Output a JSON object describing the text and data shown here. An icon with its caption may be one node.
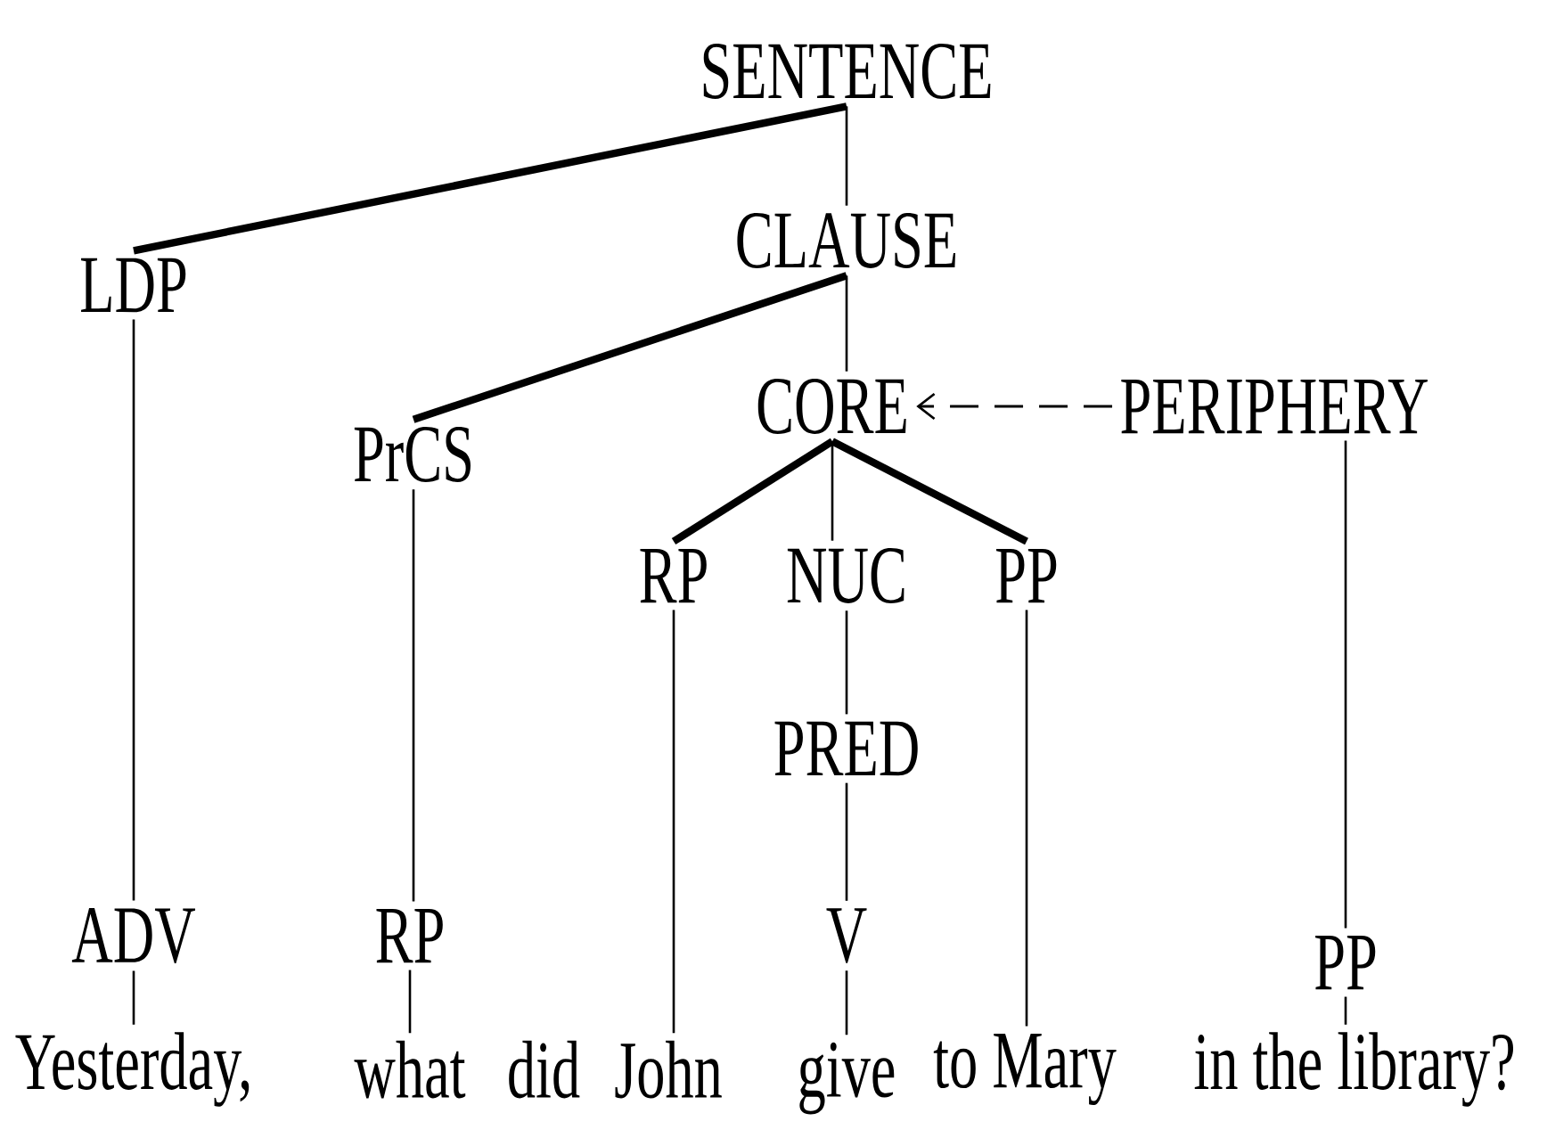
{
  "diagram": {
    "nodes": [
      {
        "text": [
          "SENTENCE"
        ]
      },
      {
        "text": [
          "LDP"
        ]
      },
      {
        "text": [
          "CLAUSE"
        ]
      },
      {
        "text": [
          "PrCS"
        ]
      },
      {
        "text": [
          "CORE"
        ]
      },
      {
        "text": [
          "PERIPHERY"
        ]
      },
      {
        "text": [
          "RP"
        ]
      },
      {
        "text": [
          "NUC"
        ]
      },
      {
        "text": [
          "PP"
        ]
      },
      {
        "text": [
          "PRED"
        ]
      },
      {
        "text": [
          "ADV"
        ]
      },
      {
        "text": [
          "RP"
        ]
      },
      {
        "text": [
          "V"
        ]
      },
      {
        "text": [
          "PP"
        ]
      },
      {
        "text": [
          "Yesterday,"
        ]
      },
      {
        "text": [
          "what"
        ]
      },
      {
        "text": [
          "John"
        ]
      },
      {
        "text": [
          "give"
        ]
      },
      {
        "text": [
          "to Mary"
        ]
      },
      {
        "text": [
          "in the library?"
        ]
      }
    ],
    "edges": [
      {
        "from": 0,
        "to": 1,
        "arrow": "none",
        "style": "thick"
      },
      {
        "from": 0,
        "to": 2,
        "arrow": "none"
      },
      {
        "from": 2,
        "to": 3,
        "arrow": "none",
        "style": "thick"
      },
      {
        "from": 2,
        "to": 4,
        "arrow": "none"
      },
      {
        "from": 5,
        "to": 4,
        "arrow": "to",
        "style": "dashed"
      },
      {
        "from": 4,
        "to": 6,
        "arrow": "none",
        "style": "thick"
      },
      {
        "from": 4,
        "to": 7,
        "arrow": "none"
      },
      {
        "from": 4,
        "to": 8,
        "arrow": "none",
        "style": "thick"
      },
      {
        "from": 7,
        "to": 9,
        "arrow": "none"
      },
      {
        "from": 1,
        "to": 10,
        "arrow": "none"
      },
      {
        "from": 3,
        "to": 11,
        "arrow": "none"
      },
      {
        "from": 9,
        "to": 12,
        "arrow": "none"
      },
      {
        "from": 5,
        "to": 13,
        "arrow": "none"
      },
      {
        "from": 10,
        "to": 14,
        "arrow": "none"
      },
      {
        "from": 11,
        "to": 15,
        "arrow": "none"
      },
      {
        "from": 6,
        "to": 16,
        "arrow": "none"
      },
      {
        "from": 12,
        "to": 17,
        "arrow": "none"
      },
      {
        "from": 8,
        "to": 18,
        "arrow": "none"
      },
      {
        "from": 13,
        "to": 19,
        "arrow": "none"
      }
    ],
    "labels": [
      "did"
    ]
  }
}
